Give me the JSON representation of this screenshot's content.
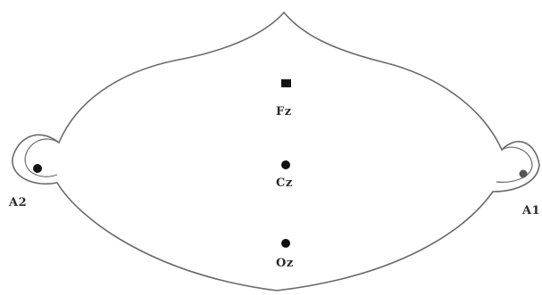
{
  "electrodes": [
    {
      "id": "fz",
      "label": "Fz",
      "marker": "square"
    },
    {
      "id": "cz",
      "label": "Cz",
      "marker": "dot"
    },
    {
      "id": "oz",
      "label": "Oz",
      "marker": "dot"
    },
    {
      "id": "a2",
      "label": "A2",
      "marker": "dot"
    },
    {
      "id": "a1",
      "label": "A1",
      "marker": "dot"
    }
  ],
  "colors": {
    "outline": "#6a6a6a",
    "marker": "#111111",
    "ear_marker": "#555555"
  }
}
